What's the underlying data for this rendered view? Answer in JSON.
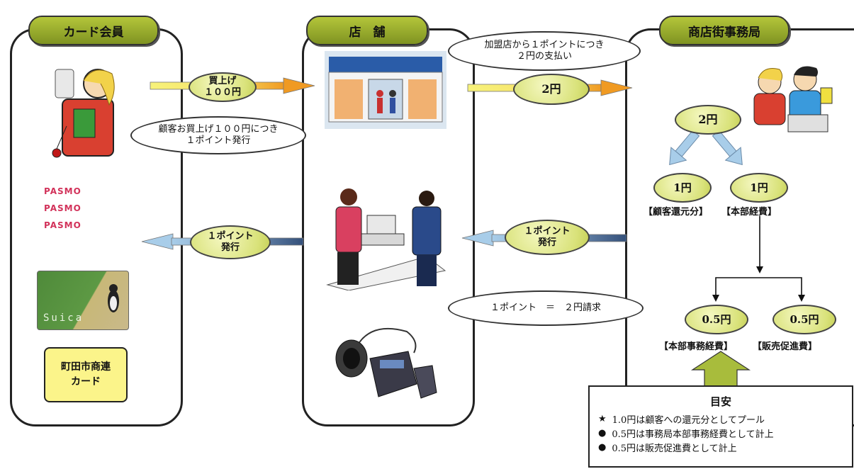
{
  "headers": {
    "member": "カード会員",
    "store": "店　舗",
    "office": "商店街事務局"
  },
  "bubbles": {
    "purchase": [
      "買上げ",
      "１００円"
    ],
    "issue_rule": [
      "顧客お買上げ１００円につき",
      "１ポイント発行"
    ],
    "payment_rule": [
      "加盟店から１ポイントにつき",
      "２円の支払い"
    ],
    "payment": "2円",
    "point_issue_left": [
      "１ポイント",
      "発行"
    ],
    "point_issue_right": [
      "１ポイント",
      "発行"
    ],
    "claim": "１ポイント　＝　２円請求"
  },
  "office": {
    "total": "2円",
    "split1": {
      "left_value": "1円",
      "left_label": "【顧客還元分】",
      "right_value": "1円",
      "right_label": "【本部経費】"
    },
    "split2": {
      "left_value": "0.5円",
      "left_label": "【本部事務経費】",
      "right_value": "0.5円",
      "right_label": "【販売促進費】"
    }
  },
  "cards": {
    "pasmo_labels": [
      "PASMO",
      "PASMO",
      "PASMO"
    ],
    "suica_label": "Suica",
    "local_card": [
      "町田市商連",
      "カード"
    ]
  },
  "guide": {
    "title": "目安",
    "items": [
      {
        "bullet": "★",
        "text": "1.0円は顧客への還元分としてプール"
      },
      {
        "bullet": "●",
        "text": "0.5円は事務局本部事務経費として計上"
      },
      {
        "bullet": "●",
        "text": "0.5円は販売促進費として計上"
      }
    ]
  },
  "colors": {
    "header_green": "#9aae2e",
    "flow_yellow": "#f2ef7a",
    "flow_orange": "#f0a02a",
    "return_blue": "#9fc6e6",
    "return_steel": "#3c5a80",
    "guide_green": "#a8bc3c"
  }
}
